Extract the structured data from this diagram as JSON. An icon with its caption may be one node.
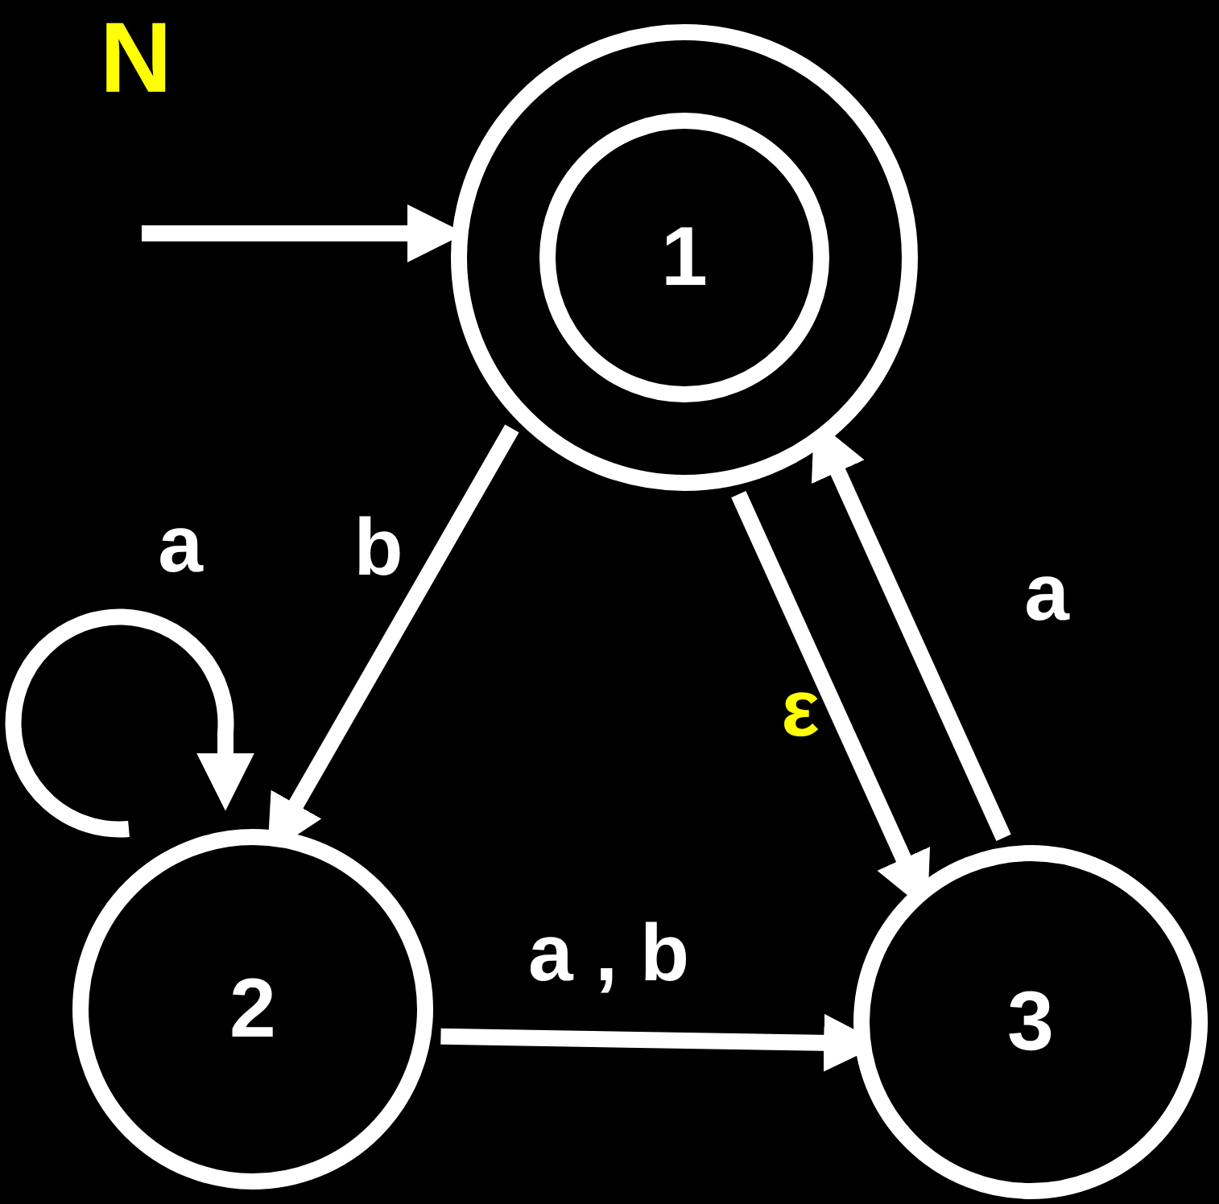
{
  "diagram": {
    "title": "N",
    "nodes": [
      {
        "text": [
          "1"
        ]
      },
      {
        "text": [
          "2"
        ]
      },
      {
        "text": [
          "3"
        ]
      }
    ],
    "edges": [
      {
        "from": null,
        "to": 0,
        "arrow": "to"
      },
      {
        "from": 0,
        "to": 1,
        "label": "b",
        "arrow": "to"
      },
      {
        "from": 1,
        "to": 1,
        "label": "a",
        "arrow": "to"
      },
      {
        "from": 1,
        "to": 2,
        "label": "a , b",
        "arrow": "to"
      },
      {
        "from": 0,
        "to": 2,
        "label": "ε",
        "arrow": "to"
      },
      {
        "from": 2,
        "to": 0,
        "label": "a",
        "arrow": "to"
      }
    ]
  }
}
